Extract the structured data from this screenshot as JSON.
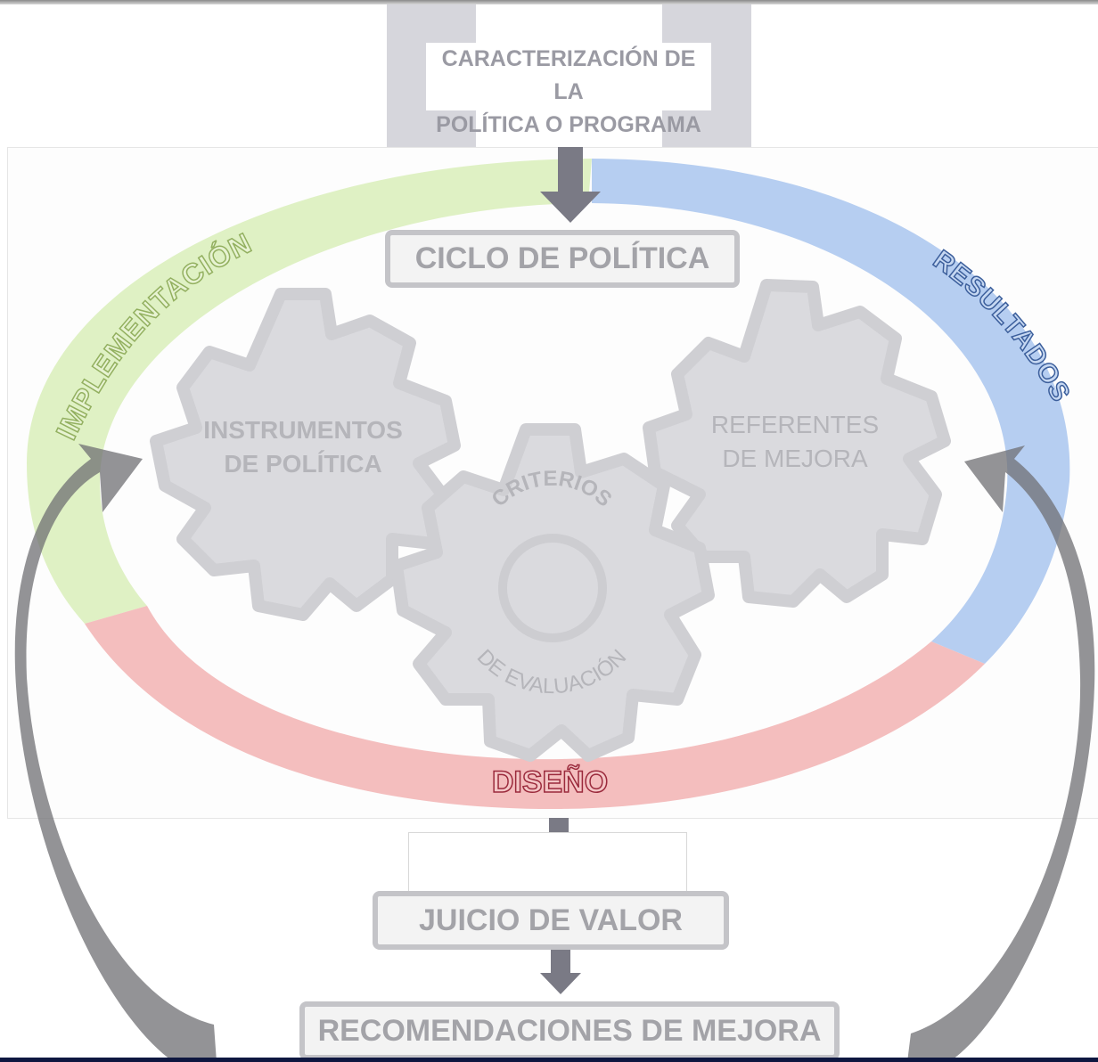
{
  "header": {
    "title_line1": "CARACTERIZACIÓN DE LA",
    "title_line2": "POLÍTICA O PROGRAMA"
  },
  "cycle": {
    "title": "CICLO DE POLÍTICA",
    "phases": {
      "implementacion": "IMPLEMENTACIÓN",
      "resultados": "RESULTADOS",
      "diseno": "DISEÑO"
    }
  },
  "gears": {
    "left": {
      "line1": "INSTRUMENTOS",
      "line2": "DE POLÍTICA"
    },
    "right": {
      "line1": "REFERENTES",
      "line2": "DE MEJORA"
    },
    "center": {
      "top": "CRITERIOS",
      "bottom": "DE EVALUACIÓN"
    }
  },
  "judgement": {
    "label": "JUICIO DE VALOR"
  },
  "recommendations": {
    "label": "RECOMENDACIONES DE MEJORA"
  },
  "colors": {
    "implementacion": "#d9eeba",
    "resultados": "#a9c6ee",
    "diseno": "#f2b3b3",
    "diseno_text": "#9b2a3c",
    "resultados_text": "#3c5f9c",
    "implementacion_text": "#93b060",
    "gear": "#d6d6da",
    "arrow": "#7a7a85"
  }
}
